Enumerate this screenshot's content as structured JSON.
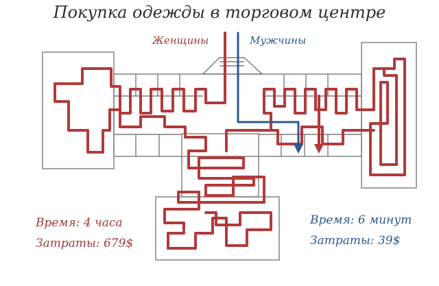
{
  "title": "Покупка одежды в торговом центре",
  "women": {
    "label": "Женщины",
    "time": "Время: 4 часа",
    "cost": "Затраты: 679$",
    "color": "#b23a3a"
  },
  "men": {
    "label": "Мужчины",
    "time": "Время: 6 минут",
    "cost": "Затраты: 39$",
    "color": "#2e5a8e"
  }
}
